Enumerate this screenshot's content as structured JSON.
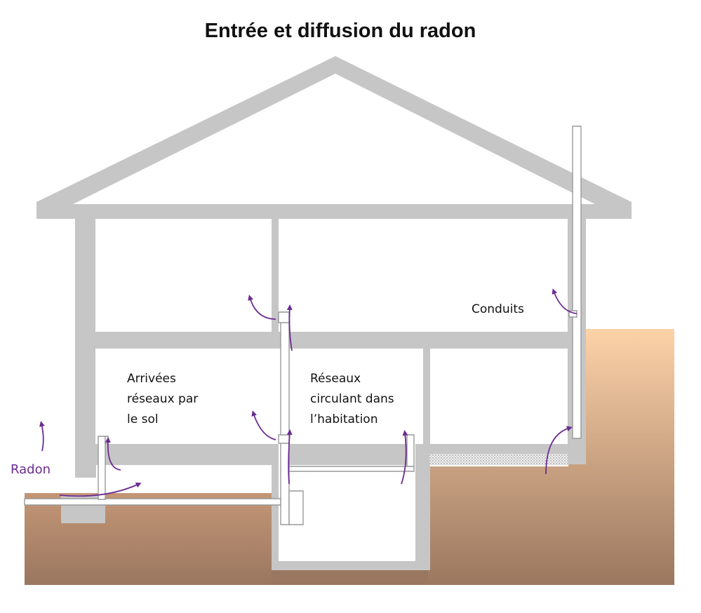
{
  "title": "Entrée et diffusion du radon",
  "labels": {
    "conduits": "Conduits",
    "arrivees": "Arrivées\nréseaux par\nle sol",
    "reseaux": "Réseaux\ncirculant dans\nl’habitation",
    "radon": "Radon"
  },
  "colors": {
    "structure": "#c6c6c6",
    "arrow": "#6b2c91",
    "soil_top": "#fcd2a8",
    "soil_bottom": "#9a7760",
    "left_soil_top": "#c49676",
    "left_soil_bottom": "#9a7760"
  }
}
